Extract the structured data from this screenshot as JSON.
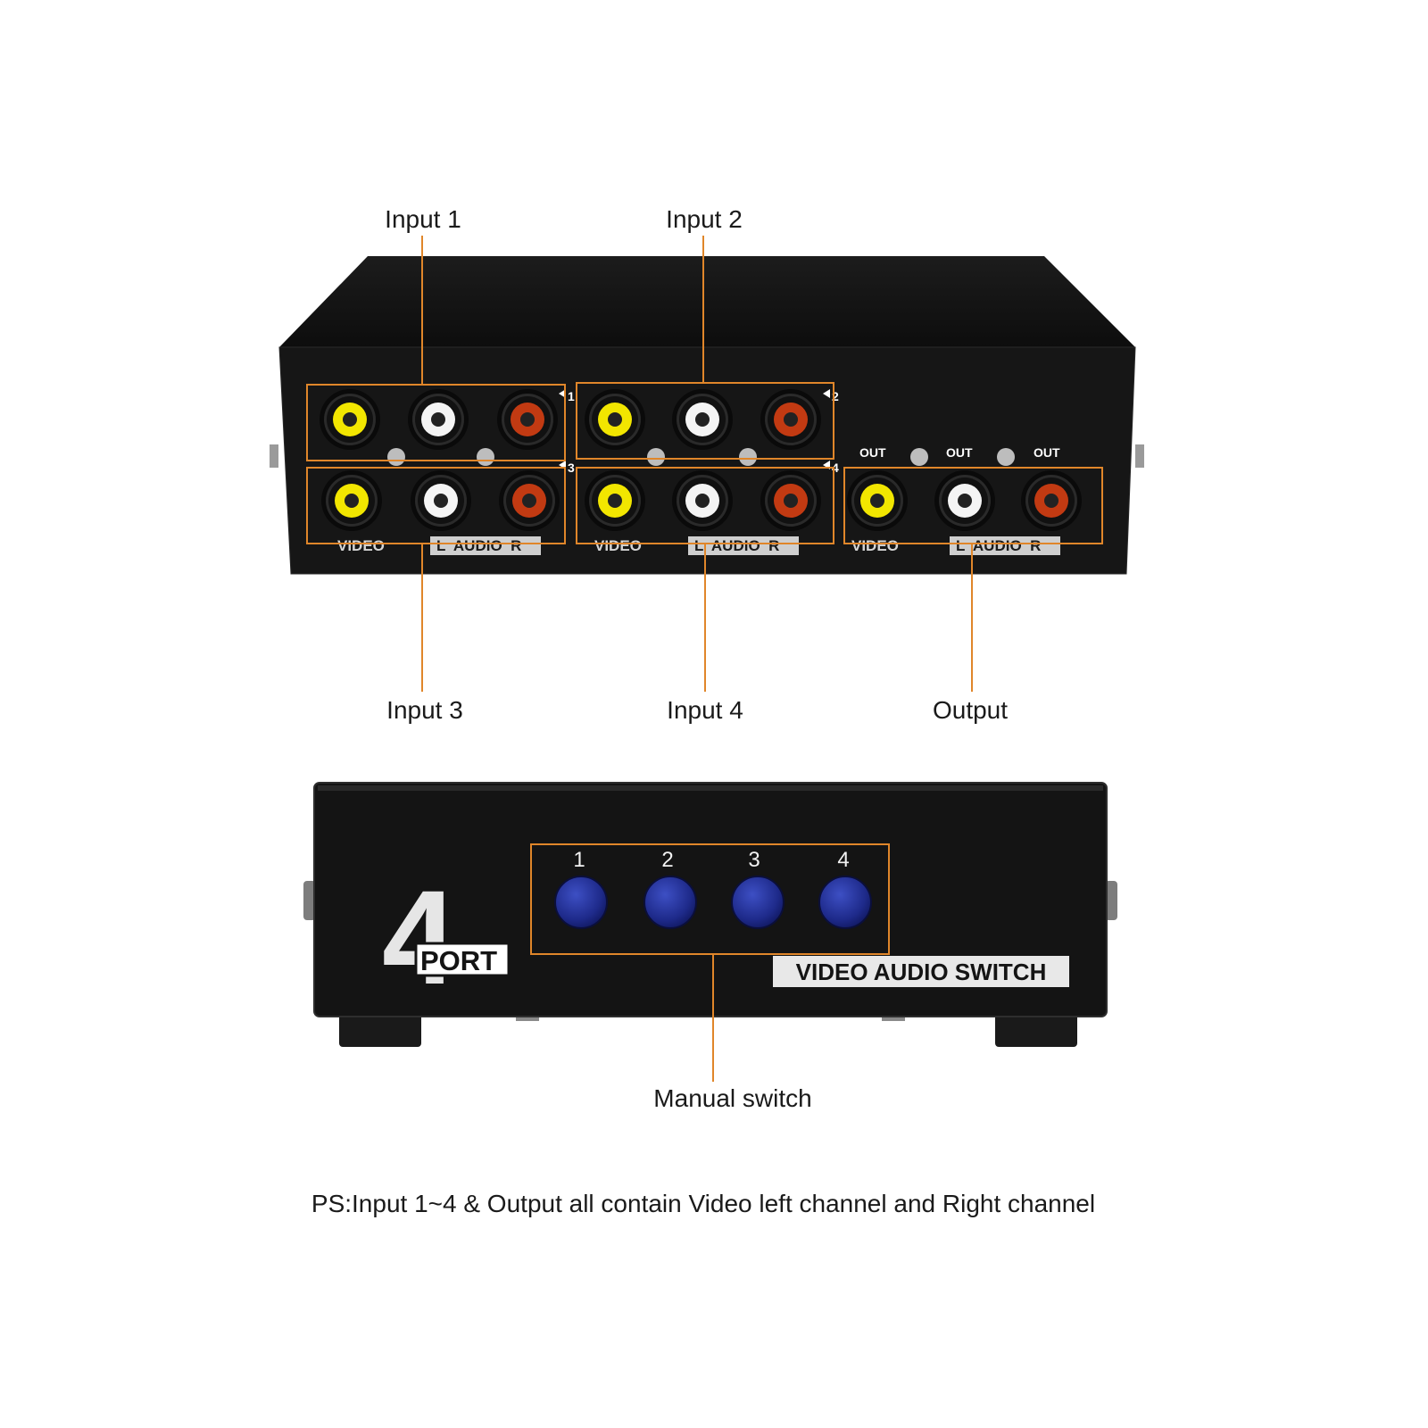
{
  "callouts": {
    "input1": "Input 1",
    "input2": "Input 2",
    "input3": "Input 3",
    "input4": "Input 4",
    "output": "Output",
    "manual_switch": "Manual switch"
  },
  "back_panel": {
    "port_markers": [
      "1",
      "2",
      "3",
      "4"
    ],
    "out_label": "OUT",
    "video_label": "VIDEO",
    "audio_label": "L  AUDIO  R"
  },
  "front_panel": {
    "badge_number": "4",
    "badge_word": "PORT",
    "buttons": [
      "1",
      "2",
      "3",
      "4"
    ],
    "product_label": "VIDEO AUDIO SWITCH"
  },
  "footnote": "PS:Input 1~4 & Output all contain Video left channel and Right channel",
  "colors": {
    "accent": "#e0862a",
    "video_jack": "#f2e600",
    "audio_left_jack": "#ffffff",
    "audio_right_jack": "#c23a12",
    "button": "#1e2a8a",
    "device_body": "#141414"
  }
}
